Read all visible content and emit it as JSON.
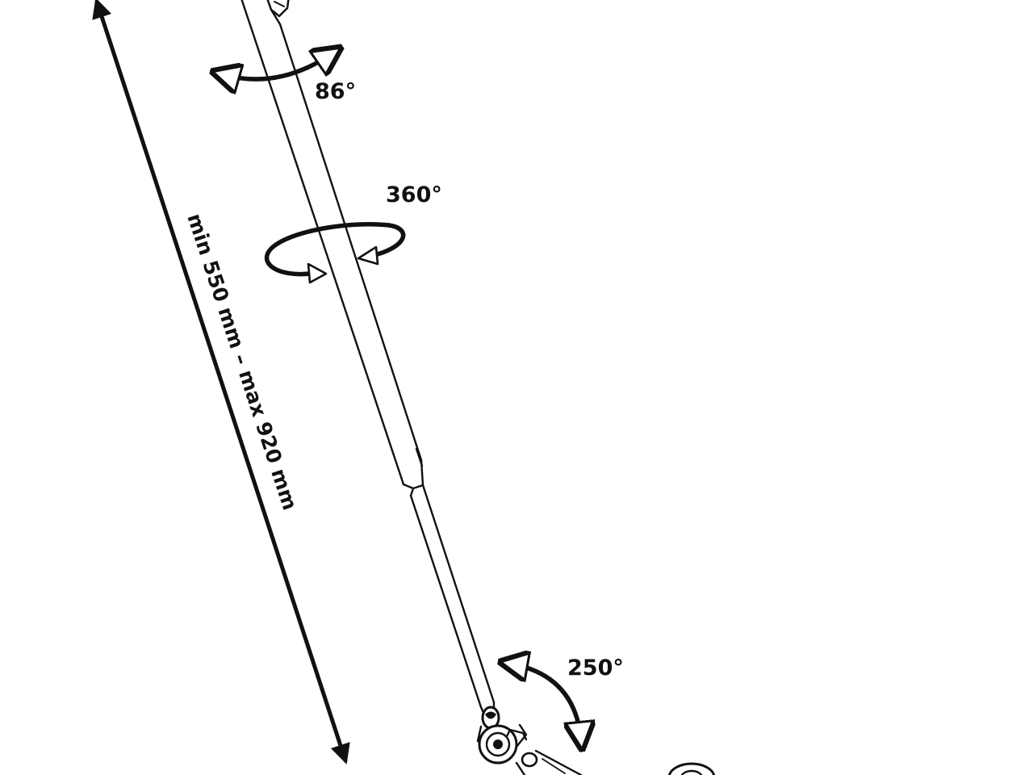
{
  "diagram": {
    "angles": {
      "top_joint": "86°",
      "rotation": "360°",
      "bottom_joint": "250°"
    },
    "length_label": "min 550 mm – max 920 mm",
    "colors": {
      "ink": "#111111",
      "background": "#ffffff"
    }
  }
}
